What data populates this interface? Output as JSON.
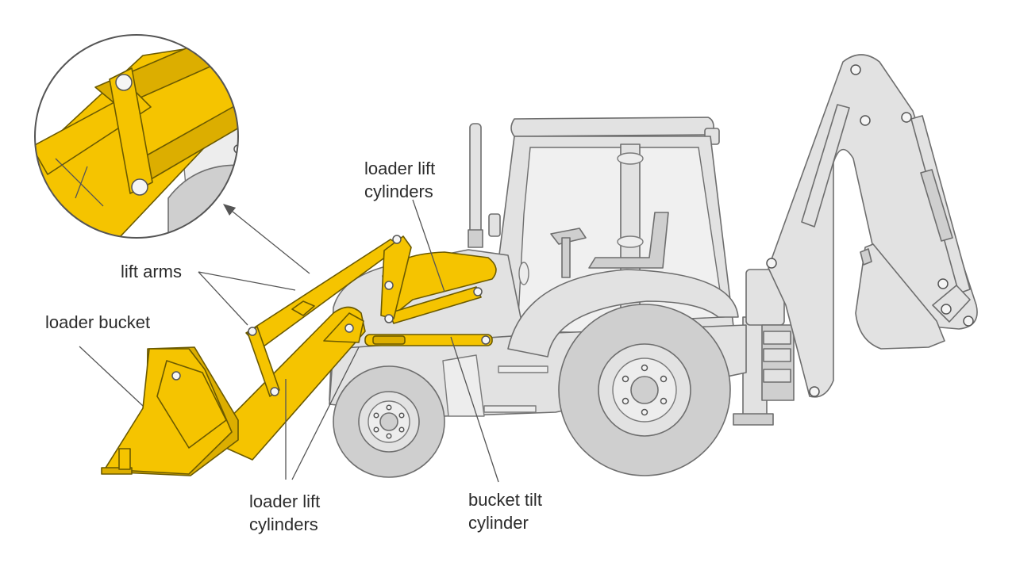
{
  "labels": {
    "loader_lift_cylinders_top": [
      "loader lift",
      "cylinders"
    ],
    "lift_arms": "lift arms",
    "loader_bucket": "loader bucket",
    "loader_lift_cylinders_bottom": [
      "loader lift",
      "cylinders"
    ],
    "bucket_tilt_cylinder": [
      "bucket tilt",
      "cylinder"
    ]
  },
  "colors": {
    "loader_highlight": "#f5c400",
    "body": "#e2e2e2",
    "outline": "#6e6e6e",
    "label_text": "#2b2b2b"
  }
}
